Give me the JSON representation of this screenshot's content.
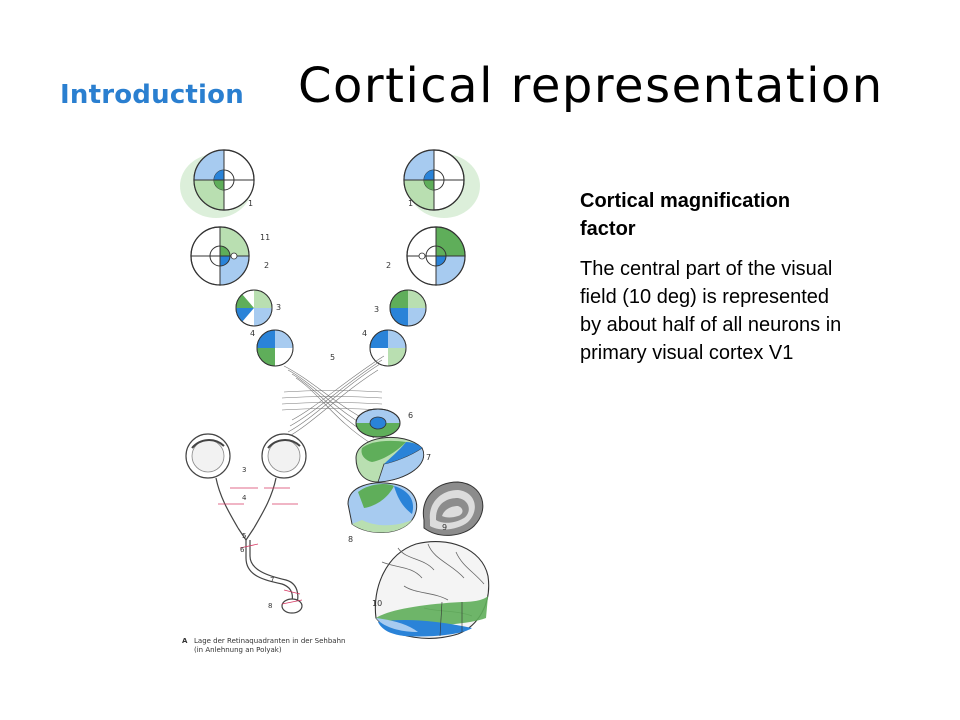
{
  "header": {
    "section": "Introduction",
    "title": "Cortical representation"
  },
  "content": {
    "heading": "Cortical magnification factor",
    "body": "The central part of the visual field (10 deg) is represented by about half of all neurons in primary visual cortex V1"
  },
  "figure": {
    "labels": [
      "1",
      "11",
      "2",
      "3",
      "4",
      "5",
      "6",
      "7",
      "8",
      "9",
      "10"
    ],
    "caption_letter": "A",
    "caption_line1": "Lage der Retinaquadranten in der Sehbahn",
    "caption_line2": "(in Anlehnung an Polyak)",
    "colors": {
      "light_blue": "#a7cbf0",
      "blue": "#2a83d8",
      "light_green": "#b9dfb1",
      "green": "#5fae5a",
      "grey": "#8c8c8c",
      "marker": "#d63a64"
    }
  }
}
